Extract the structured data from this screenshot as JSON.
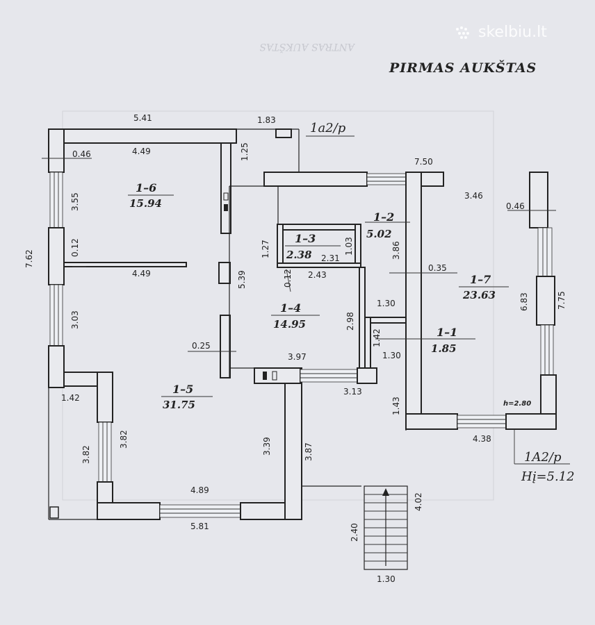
{
  "watermark": "skelbiu.lt",
  "title": "PIRMAS AUKŠTAS",
  "ghost_title": "ANTRAS AUKŠTAS",
  "labels": {
    "section_small": "1a2/p",
    "section_big": "1A2/p",
    "hi": "Hį=5.12",
    "h": "h=2.80"
  },
  "rooms": [
    {
      "id": "1–6",
      "area": "15.94"
    },
    {
      "id": "1–3",
      "area": "2.38"
    },
    {
      "id": "1–2",
      "area": "5.02"
    },
    {
      "id": "1–7",
      "area": "23.63"
    },
    {
      "id": "1–4",
      "area": "14.95"
    },
    {
      "id": "1–1",
      "area": "1.85"
    },
    {
      "id": "1–5",
      "area": "31.75"
    }
  ],
  "dims": {
    "d541": "5.41",
    "d183": "1.83",
    "d125": "1.25",
    "d046a": "0.46",
    "d449a": "4.49",
    "d750": "7.50",
    "d346": "3.46",
    "d046b": "0.46",
    "d355": "3.55",
    "d762": "7.62",
    "d012a": "0.12",
    "d127": "1.27",
    "d103": "1.03",
    "d231": "2.31",
    "d386": "3.86",
    "d449b": "4.49",
    "d539": "5.39",
    "d012b": "0.12",
    "d243": "2.43",
    "d035": "0.35",
    "d303": "3.03",
    "d130a": "1.30",
    "d683": "6.83",
    "d775": "7.75",
    "d298": "2.98",
    "d025": "0.25",
    "d142a": "1.42",
    "d397": "3.97",
    "d130b": "1.30",
    "d142b": "1.42",
    "d313": "3.13",
    "d143": "1.43",
    "d382a": "3.82",
    "d382b": "3.82",
    "d339": "3.39",
    "d387": "3.87",
    "d438": "4.38",
    "d489": "4.89",
    "d402": "4.02",
    "d581": "5.81",
    "d240": "2.40",
    "d130c": "1.30"
  }
}
